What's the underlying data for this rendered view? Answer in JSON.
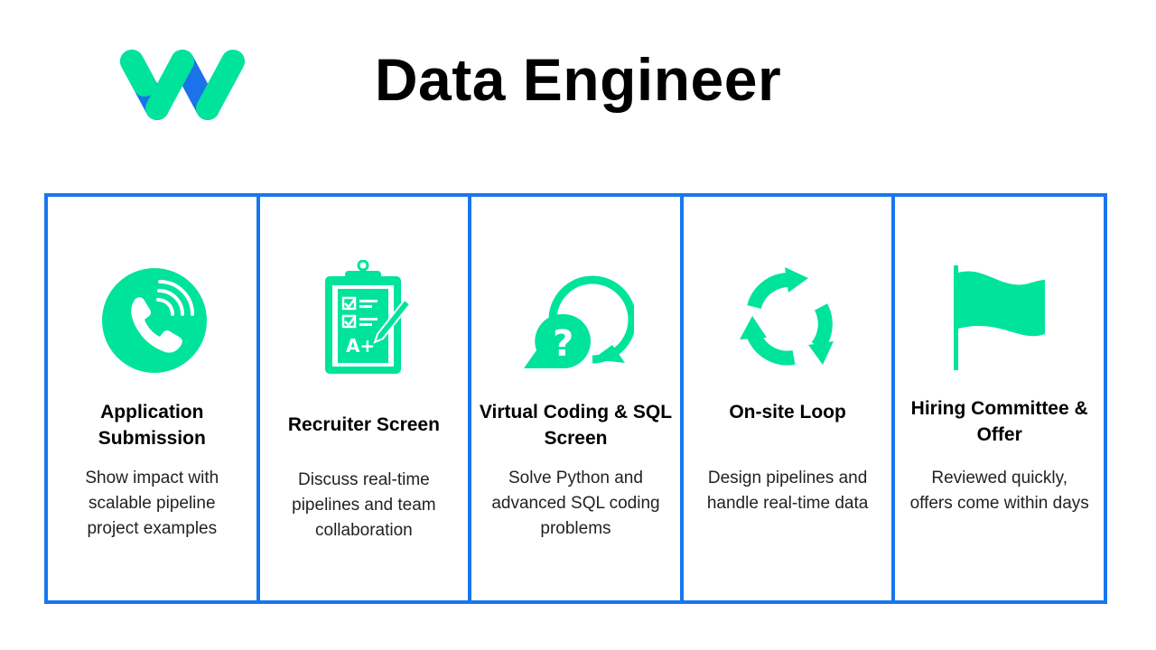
{
  "page": {
    "title": "Data Engineer"
  },
  "colors": {
    "accent": "#00e39a",
    "border": "#1877ee",
    "logo_blue": "#1a73e8"
  },
  "steps": [
    {
      "icon": "phone-call-icon",
      "title": "Application Submission",
      "description": "Show impact with scalable pipeline project examples"
    },
    {
      "icon": "clipboard-checklist-icon",
      "title": "Recruiter Screen",
      "description": "Discuss real-time pipelines and team collaboration"
    },
    {
      "icon": "chat-question-icon",
      "title": "Virtual Coding & SQL Screen",
      "description": "Solve Python and advanced SQL coding problems"
    },
    {
      "icon": "cycle-arrows-icon",
      "title": "On-site Loop",
      "description": "Design pipelines and handle real-time data"
    },
    {
      "icon": "flag-icon",
      "title": "Hiring Committee & Offer",
      "description": "Reviewed quickly, offers come within days"
    }
  ]
}
